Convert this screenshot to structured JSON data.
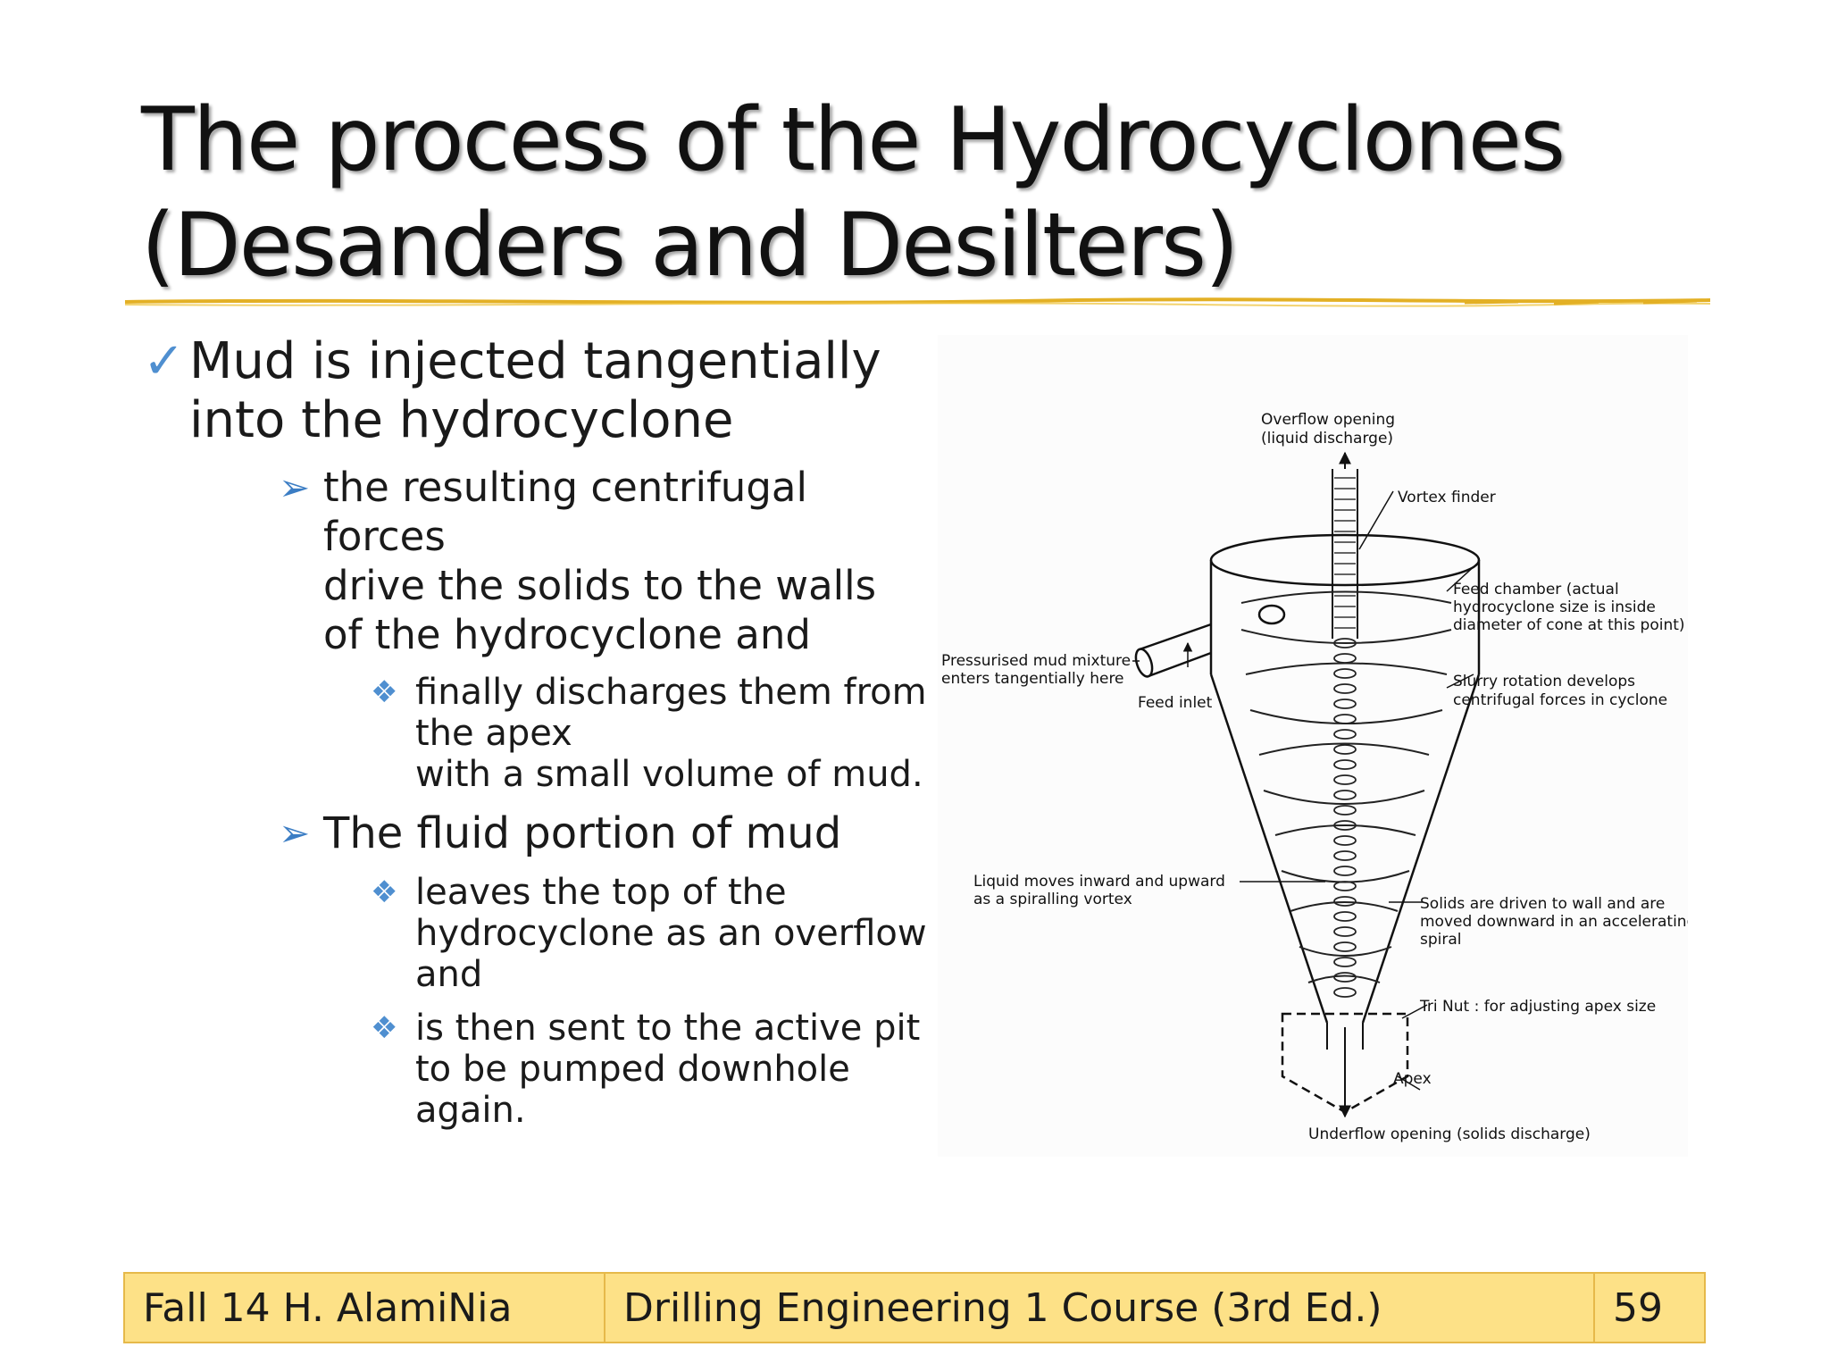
{
  "title": {
    "line1": "The process of the Hydrocyclones",
    "line2": "(Desanders and Desilters)"
  },
  "bullets": {
    "main": {
      "icon": "checkmark-icon",
      "lines": [
        "Mud is injected tangentially",
        "into the hydrocyclone"
      ]
    },
    "sub1": {
      "icon": "arrow-bullet-icon",
      "lines": [
        "the resulting centrifugal",
        "forces",
        "drive the solids to the walls",
        "of the hydrocyclone and"
      ]
    },
    "sub1a": {
      "icon": "diamond-bullet-icon",
      "lines": [
        "finally discharges them from",
        "the apex",
        "with a small volume of mud."
      ]
    },
    "sub2": {
      "icon": "arrow-bullet-icon",
      "lines": [
        "The fluid portion of mud"
      ]
    },
    "sub2a": {
      "icon": "diamond-bullet-icon",
      "lines": [
        "leaves the top of the",
        "hydrocyclone as an overflow",
        "and"
      ]
    },
    "sub2b": {
      "icon": "diamond-bullet-icon",
      "lines": [
        "is then sent to the active pit",
        "to be pumped downhole",
        "again."
      ]
    }
  },
  "diagram": {
    "overflow_1": "Overflow opening",
    "overflow_2": "(liquid discharge)",
    "vortex_finder": "Vortex finder",
    "feed_chamber_1": "Feed chamber (actual",
    "feed_chamber_2": "hydrocyclone size is inside",
    "feed_chamber_3": "diameter of cone at this point)",
    "pressurised_1": "Pressurised mud mixture",
    "pressurised_2": "enters tangentially here",
    "feed_inlet": "Feed inlet",
    "slurry_1": "Slurry rotation develops",
    "slurry_2": "centrifugal forces in cyclone",
    "liquid_1": "Liquid moves inward and upward",
    "liquid_2": "as a spiralling vortex",
    "solids_1": "Solids are driven to wall and are",
    "solids_2": "moved downward in an accelerating",
    "solids_3": "spiral",
    "trinut": "Tri Nut : for adjusting apex size",
    "apex": "Apex",
    "underflow": "Underflow opening (solids discharge)"
  },
  "footer": {
    "author": "Fall 14 H. AlamiNia",
    "course": "Drilling Engineering 1 Course (3rd Ed.)",
    "page": "59"
  },
  "colors": {
    "accent_gold": "#e3b025",
    "footer_fill": "#fde187",
    "bullet_blue": "#4f8fd0"
  }
}
